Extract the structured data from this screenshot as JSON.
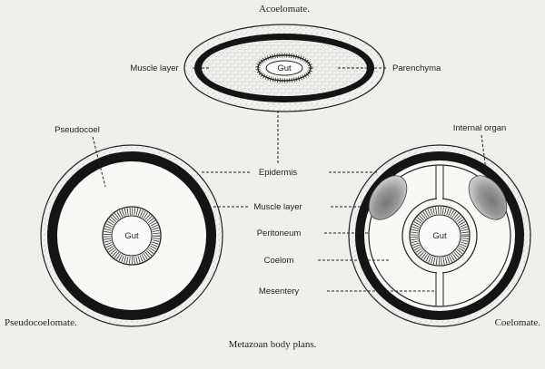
{
  "diagram": {
    "title": "Metazoan body plans.",
    "acoelomate": {
      "title": "Acoelomate.",
      "labels": {
        "muscle_layer": "Muscle layer",
        "gut": "Gut",
        "parenchyma": "Parenchyma"
      }
    },
    "pseudocoelomate": {
      "title": "Pseudocoelomate.",
      "labels": {
        "pseudocoel": "Pseudocoel",
        "gut": "Gut"
      }
    },
    "coelomate": {
      "title": "Coelomate.",
      "labels": {
        "internal_organ": "Internal organ",
        "gut": "Gut"
      }
    },
    "shared_labels": {
      "epidermis": "Epidermis",
      "muscle_layer": "Muscle layer",
      "peritoneum": "Peritoneum",
      "coelom": "Coelom",
      "mesentery": "Mesentery"
    }
  }
}
